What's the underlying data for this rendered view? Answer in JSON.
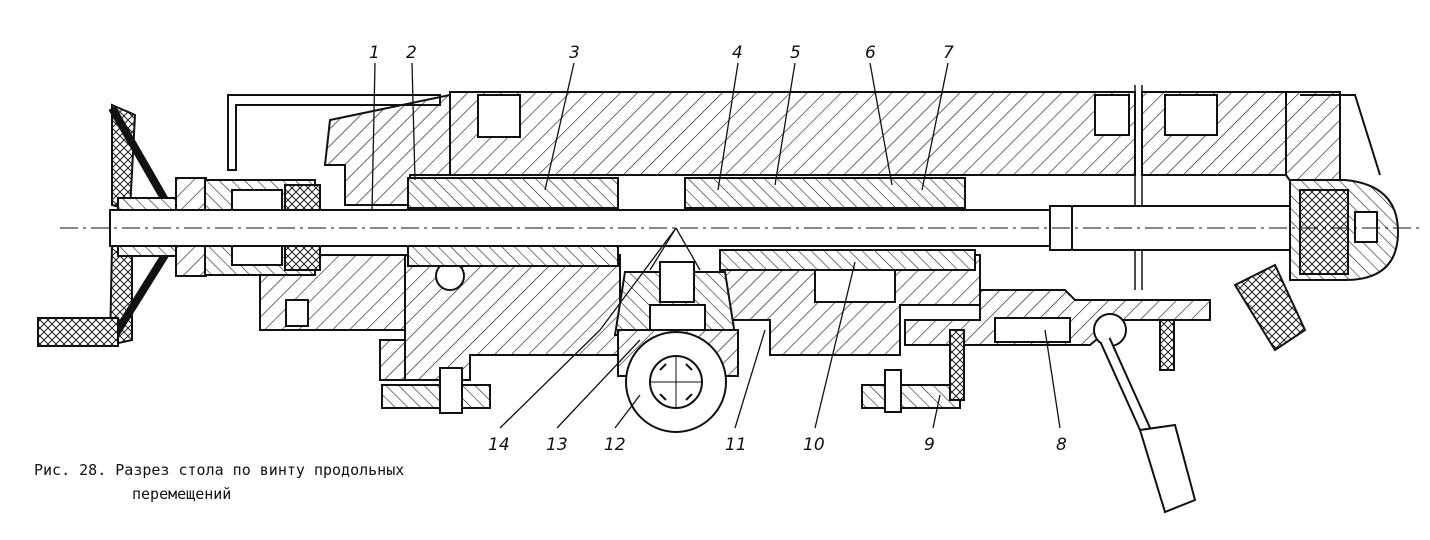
{
  "figure": {
    "caption_line1": "Рис. 28. Разрез стола по винту продольных",
    "caption_line2": "перемещений"
  },
  "callouts": [
    "1",
    "2",
    "3",
    "4",
    "5",
    "6",
    "7",
    "8",
    "9",
    "10",
    "11",
    "12",
    "13",
    "14"
  ]
}
